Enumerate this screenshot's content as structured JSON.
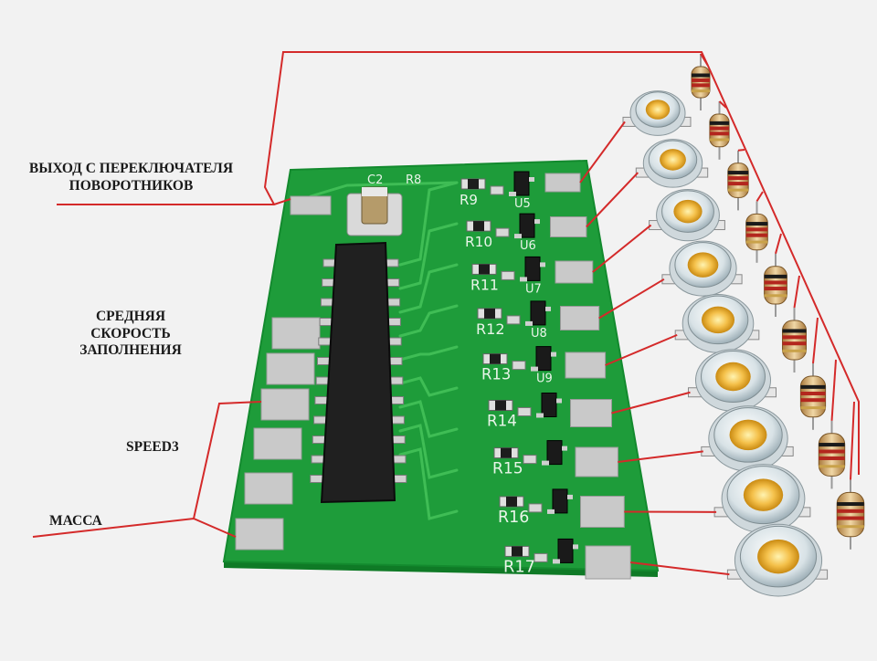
{
  "labels": {
    "turn_signal_line1": "ВЫХОД С ПЕРЕКЛЮЧАТЕЛЯ",
    "turn_signal_line2": "ПОВОРОТНИКОВ",
    "fill_line1": "СРЕДНЯЯ",
    "fill_line2": "СКОРОСТЬ",
    "fill_line3": "ЗАПОЛНЕНИЯ",
    "speed3": "SPEED3",
    "mass": "МАССА"
  },
  "top_refs": [
    "C2",
    "R8"
  ],
  "channels": [
    {
      "r": "R9",
      "u": "U5"
    },
    {
      "r": "R10",
      "u": "U6"
    },
    {
      "r": "R11",
      "u": "U7"
    },
    {
      "r": "R12",
      "u": "U8"
    },
    {
      "r": "R13",
      "u": "U9"
    },
    {
      "r": "R14",
      "u": ""
    },
    {
      "r": "R15",
      "u": ""
    },
    {
      "r": "R16",
      "u": ""
    },
    {
      "r": "R17",
      "u": ""
    }
  ],
  "colors": {
    "pcb": "#1e9c3a",
    "pcb_edge": "#138a2e",
    "pad": "#c9c9c9",
    "wire": "#d42a2a",
    "trace": "#3fbd55",
    "chip": "#222222",
    "led_lens": "#f4c04a"
  }
}
